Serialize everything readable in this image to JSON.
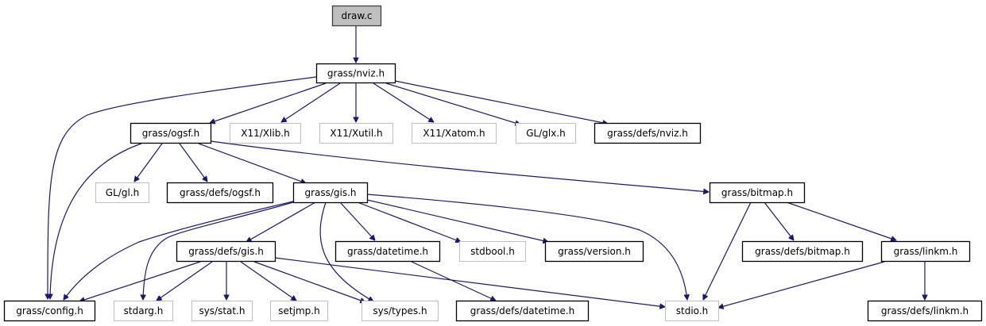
{
  "graph": {
    "title": "draw.c include dependency graph",
    "edge_color": "#191970",
    "style": {
      "root_fill": "#bfbfbf",
      "root_border": "#404040",
      "documented_border": "#000000",
      "external_border": "#bfbfbf",
      "fill": "#ffffff"
    },
    "nodes": [
      {
        "id": "draw_c",
        "label": "draw.c",
        "kind": "root"
      },
      {
        "id": "nviz_h",
        "label": "grass/nviz.h",
        "kind": "documented"
      },
      {
        "id": "ogsf_h",
        "label": "grass/ogsf.h",
        "kind": "documented"
      },
      {
        "id": "xlib_h",
        "label": "X11/Xlib.h",
        "kind": "external"
      },
      {
        "id": "xutil_h",
        "label": "X11/Xutil.h",
        "kind": "external"
      },
      {
        "id": "xatom_h",
        "label": "X11/Xatom.h",
        "kind": "external"
      },
      {
        "id": "glx_h",
        "label": "GL/glx.h",
        "kind": "external"
      },
      {
        "id": "defs_nviz_h",
        "label": "grass/defs/nviz.h",
        "kind": "documented"
      },
      {
        "id": "gl_h",
        "label": "GL/gl.h",
        "kind": "external"
      },
      {
        "id": "defs_ogsf_h",
        "label": "grass/defs/ogsf.h",
        "kind": "documented"
      },
      {
        "id": "gis_h",
        "label": "grass/gis.h",
        "kind": "documented"
      },
      {
        "id": "bitmap_h",
        "label": "grass/bitmap.h",
        "kind": "documented"
      },
      {
        "id": "defs_gis_h",
        "label": "grass/defs/gis.h",
        "kind": "documented"
      },
      {
        "id": "datetime_h",
        "label": "grass/datetime.h",
        "kind": "documented"
      },
      {
        "id": "stdbool_h",
        "label": "stdbool.h",
        "kind": "external"
      },
      {
        "id": "version_h",
        "label": "grass/version.h",
        "kind": "documented"
      },
      {
        "id": "defs_bitmap_h",
        "label": "grass/defs/bitmap.h",
        "kind": "documented"
      },
      {
        "id": "linkm_h",
        "label": "grass/linkm.h",
        "kind": "documented"
      },
      {
        "id": "config_h",
        "label": "grass/config.h",
        "kind": "documented"
      },
      {
        "id": "stdarg_h",
        "label": "stdarg.h",
        "kind": "external"
      },
      {
        "id": "sys_stat_h",
        "label": "sys/stat.h",
        "kind": "external"
      },
      {
        "id": "setjmp_h",
        "label": "setjmp.h",
        "kind": "external"
      },
      {
        "id": "sys_types_h",
        "label": "sys/types.h",
        "kind": "external"
      },
      {
        "id": "defs_datetime_h",
        "label": "grass/defs/datetime.h",
        "kind": "documented"
      },
      {
        "id": "stdio_h",
        "label": "stdio.h",
        "kind": "external"
      },
      {
        "id": "defs_linkm_h",
        "label": "grass/defs/linkm.h",
        "kind": "documented"
      }
    ],
    "edges": [
      {
        "from": "draw_c",
        "to": "nviz_h"
      },
      {
        "from": "nviz_h",
        "to": "config_h"
      },
      {
        "from": "nviz_h",
        "to": "ogsf_h"
      },
      {
        "from": "nviz_h",
        "to": "xlib_h"
      },
      {
        "from": "nviz_h",
        "to": "xutil_h"
      },
      {
        "from": "nviz_h",
        "to": "xatom_h"
      },
      {
        "from": "nviz_h",
        "to": "glx_h"
      },
      {
        "from": "nviz_h",
        "to": "defs_nviz_h"
      },
      {
        "from": "ogsf_h",
        "to": "config_h"
      },
      {
        "from": "ogsf_h",
        "to": "gl_h"
      },
      {
        "from": "ogsf_h",
        "to": "defs_ogsf_h"
      },
      {
        "from": "ogsf_h",
        "to": "gis_h"
      },
      {
        "from": "ogsf_h",
        "to": "bitmap_h"
      },
      {
        "from": "gis_h",
        "to": "config_h"
      },
      {
        "from": "gis_h",
        "to": "stdarg_h"
      },
      {
        "from": "gis_h",
        "to": "defs_gis_h"
      },
      {
        "from": "gis_h",
        "to": "sys_types_h"
      },
      {
        "from": "gis_h",
        "to": "datetime_h"
      },
      {
        "from": "gis_h",
        "to": "stdbool_h"
      },
      {
        "from": "gis_h",
        "to": "version_h"
      },
      {
        "from": "gis_h",
        "to": "stdio_h"
      },
      {
        "from": "defs_gis_h",
        "to": "config_h"
      },
      {
        "from": "defs_gis_h",
        "to": "stdarg_h"
      },
      {
        "from": "defs_gis_h",
        "to": "sys_stat_h"
      },
      {
        "from": "defs_gis_h",
        "to": "setjmp_h"
      },
      {
        "from": "defs_gis_h",
        "to": "sys_types_h"
      },
      {
        "from": "defs_gis_h",
        "to": "stdio_h"
      },
      {
        "from": "datetime_h",
        "to": "defs_datetime_h"
      },
      {
        "from": "bitmap_h",
        "to": "stdio_h"
      },
      {
        "from": "bitmap_h",
        "to": "defs_bitmap_h"
      },
      {
        "from": "bitmap_h",
        "to": "linkm_h"
      },
      {
        "from": "linkm_h",
        "to": "stdio_h"
      },
      {
        "from": "linkm_h",
        "to": "defs_linkm_h"
      }
    ]
  }
}
